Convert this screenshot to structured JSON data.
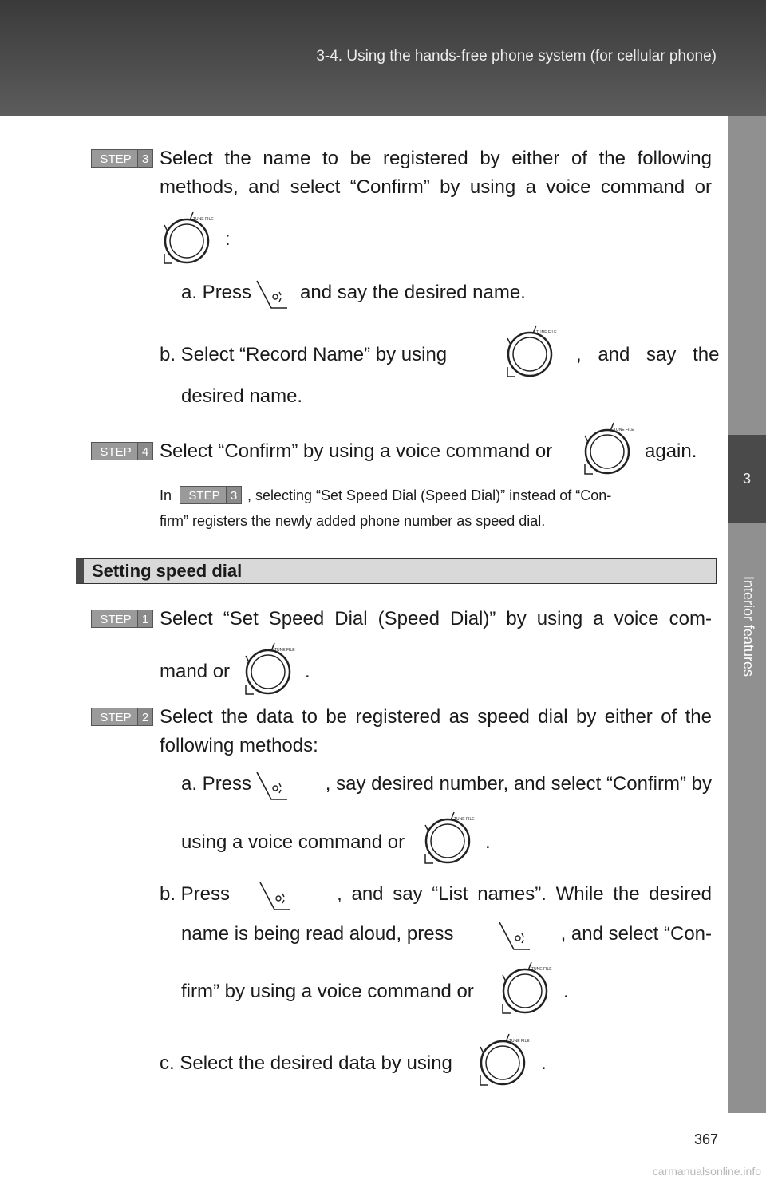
{
  "header": {
    "title": "3-4. Using the hands-free phone system (for cellular phone)"
  },
  "sidebar": {
    "chapter_number": "3",
    "chapter_label": "Interior features"
  },
  "steps": {
    "s3": {
      "label": "STEP",
      "number": "3"
    },
    "s4": {
      "label": "STEP",
      "number": "4"
    },
    "s1": {
      "label": "STEP",
      "number": "1"
    },
    "s2": {
      "label": "STEP",
      "number": "2"
    }
  },
  "content": {
    "step3_line1": "Select the name to be registered by either of the following",
    "step3_line2": "methods, and select “Confirm” by using a voice command or",
    "colon": ":",
    "a_press": "a. Press",
    "a_rest": "and say the desired name.",
    "b_select": "b. Select “Record Name” by using",
    "b_rest": ", and say the",
    "b_line2": "desired name.",
    "step4_text": "Select “Confirm” by using a voice command or",
    "step4_again": "again.",
    "note_in": "In",
    "note_rest": ", selecting “Set Speed Dial (Speed Dial)” instead of “Con-",
    "note_line2": "firm” registers the newly added phone number as speed dial.",
    "section_title": "Setting speed dial",
    "sd_step1_line1": "Select “Set Speed Dial (Speed Dial)” by using a voice com-",
    "sd_step1_line2": "mand or",
    "period": ".",
    "sd_step2_line1": "Select the data to be registered as speed dial by either of the",
    "sd_step2_line2": "following methods:",
    "sd_a_press": "a. Press",
    "sd_a_rest": ", say desired number, and select “Confirm” by",
    "sd_a_line2": "using a voice command or",
    "sd_b_press": "b. Press",
    "sd_b_rest": ", and say “List names”. While the desired",
    "sd_b_line2": "name is being read aloud, press",
    "sd_b_line2_rest": ", and select “Con-",
    "sd_b_line3": "firm” by using a voice command or",
    "sd_c": "c. Select the desired data by using"
  },
  "icons": {
    "dial": "tune-file-knob-icon",
    "talk": "talk-switch-icon",
    "dial_text": "TUNE FILE"
  },
  "footer": {
    "page_number": "367",
    "watermark": "carmanualsonline.info"
  }
}
